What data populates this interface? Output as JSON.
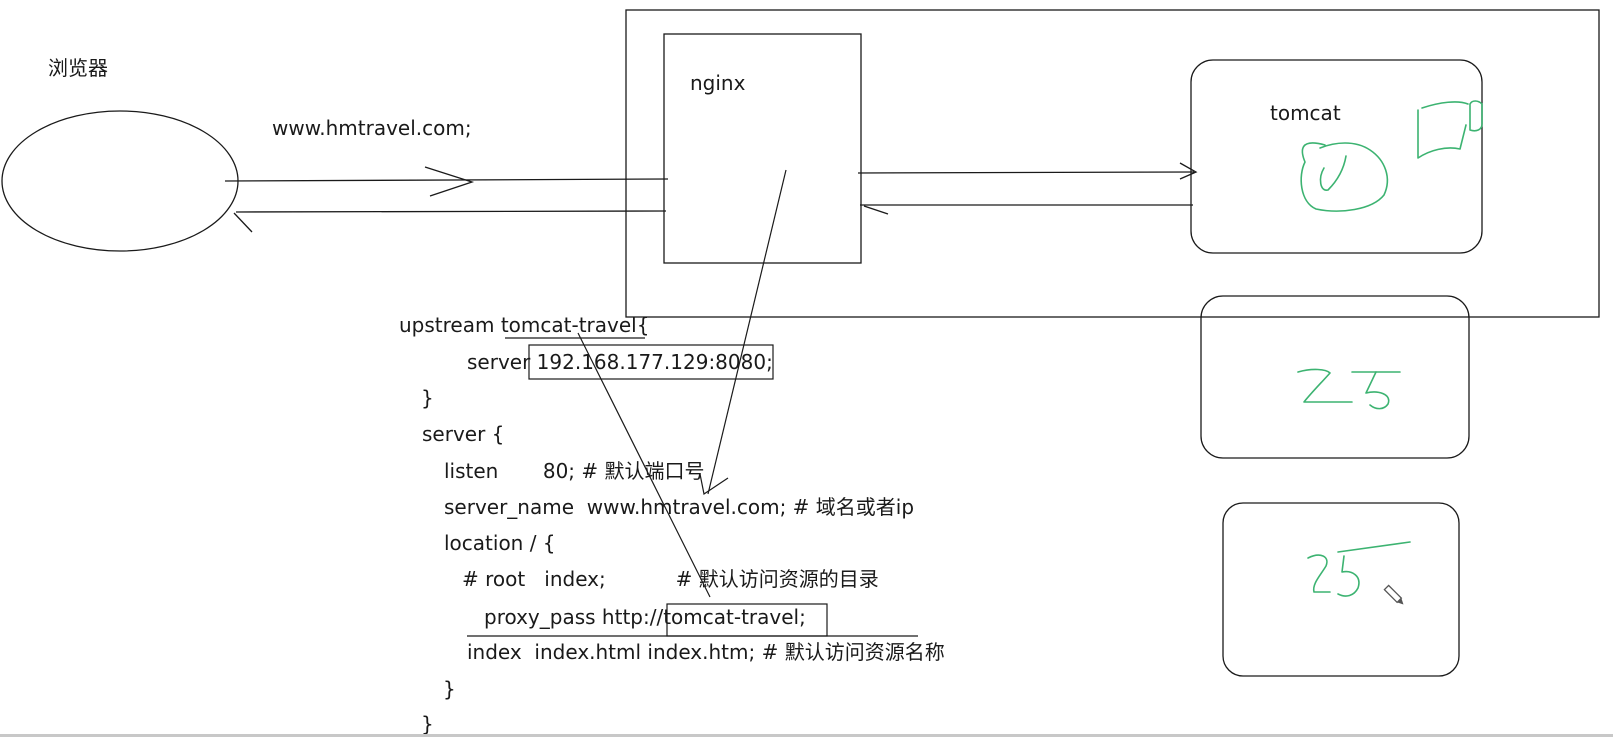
{
  "labels": {
    "browser": "浏览器",
    "domain": "www.hmtravel.com;",
    "nginx": "nginx",
    "tomcat": "tomcat"
  },
  "code": {
    "line1_prefix": "upstream ",
    "line1_name": "tomcat-travel",
    "line1_brace": "{",
    "line2_prefix": "server ",
    "line2_addr": "192.168.177.129:8080;",
    "line3": "}",
    "line4": "server {",
    "line5": "listen       80; # 默认端口号",
    "line6": "server_name  www.hmtravel.com; # 域名或者ip",
    "line7": "location / {",
    "line8": "# root   index;           # 默认访问资源的目录",
    "line9_prefix": "proxy_pass http://",
    "line9_target": "tomcat-travel;",
    "line10": "index  index.html index.htm; # 默认访问资源名称",
    "line11": "}",
    "line12": "}"
  },
  "colors": {
    "ink": "#1a1a1a",
    "handwriting": "#3cb371"
  }
}
